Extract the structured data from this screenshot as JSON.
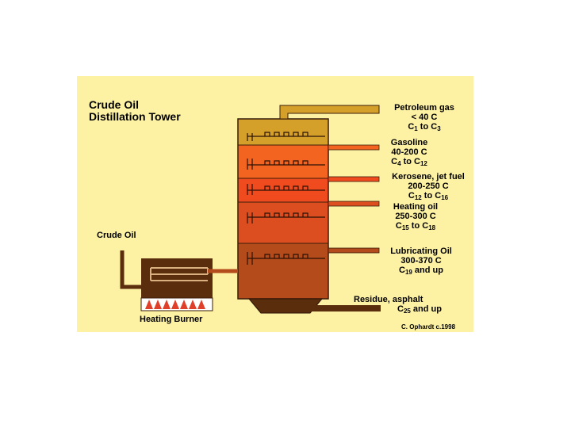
{
  "title": {
    "line1": "Crude Oil",
    "line2": "Distillation Tower"
  },
  "input_label": "Crude Oil",
  "burner_label": "Heating Burner",
  "credit": "C. Ophardt c.1998",
  "colors": {
    "background": "#fdf1a4",
    "tower_outline": "#3a1d0a",
    "burner_box": "#5a2d0c",
    "flame": "#e0402a"
  },
  "fractions": [
    {
      "name": "Petroleum gas",
      "temp": "< 40 C",
      "carbon_from": "1",
      "carbon_to": "3",
      "color": "#d4a02a"
    },
    {
      "name": "Gasoline",
      "temp": "40-200 C",
      "carbon_from": "4",
      "carbon_to": "12",
      "color": "#f2641f"
    },
    {
      "name": "Kerosene, jet fuel",
      "temp": "200-250 C",
      "carbon_from": "12",
      "carbon_to": "16",
      "color": "#ef4b1e"
    },
    {
      "name": "Heating oil",
      "temp": "250-300 C",
      "carbon_from": "15",
      "carbon_to": "18",
      "color": "#dc4e1f"
    },
    {
      "name": "Lubricating Oil",
      "temp": "300-370 C",
      "carbon_from": "19",
      "carbon_to_text": "and up",
      "color": "#b44b1a"
    },
    {
      "name": "Residue, asphalt",
      "carbon_from": "25",
      "carbon_to_text": "and up",
      "color": "#5a2d0c"
    }
  ]
}
